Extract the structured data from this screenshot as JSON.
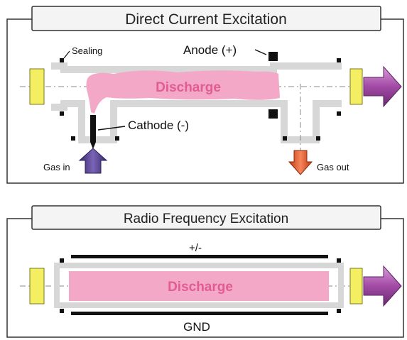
{
  "dc_panel": {
    "title": "Direct Current Excitation",
    "sealing_label": "Sealing",
    "anode_label": "Anode (+)",
    "cathode_label": "Cathode (-)",
    "discharge_label": "Discharge",
    "gas_in_label": "Gas in",
    "gas_out_label": "Gas out"
  },
  "rf_panel": {
    "title": "Radio Frequency Excitation",
    "top_electrode_label": "+/-",
    "discharge_label": "Discharge",
    "bottom_electrode_label": "GND"
  },
  "colors": {
    "discharge": "#f2a8c6",
    "discharge_text": "#e25c93",
    "window": "#f3ee62",
    "output_arrow": "#a24aa6",
    "gas_in_arrow": "#5a3f92",
    "gas_out_arrow": "#ee5a2a",
    "tube_wall": "#d7d7d7",
    "panel_border": "#333333"
  }
}
